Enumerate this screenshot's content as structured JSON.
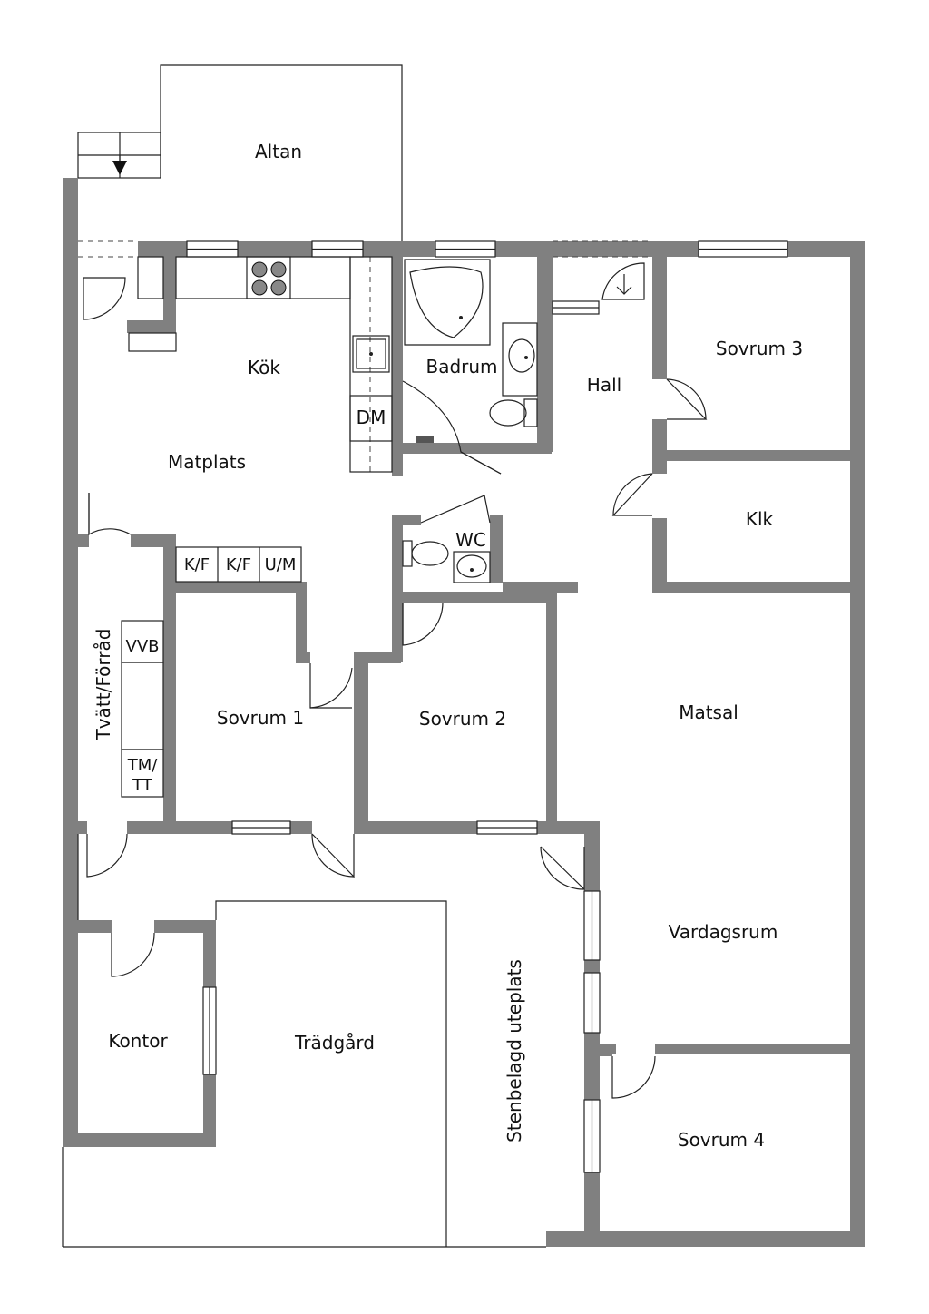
{
  "rooms": {
    "altan": "Altan",
    "kok": "Kök",
    "badrum": "Badrum",
    "hall": "Hall",
    "sovrum3": "Sovrum 3",
    "matplats": "Matplats",
    "dm": "DM",
    "wc": "WC",
    "klk": "Klk",
    "kf1": "K/F",
    "kf2": "K/F",
    "um": "U/M",
    "vvb": "VVB",
    "tvatt": "Tvätt/Förråd",
    "tmtt_1": "TM/",
    "tmtt_2": "TT",
    "sovrum1": "Sovrum 1",
    "sovrum2": "Sovrum 2",
    "matsal": "Matsal",
    "vardagsrum": "Vardagsrum",
    "kontor": "Kontor",
    "tradgard": "Trädgård",
    "uteplats": "Stenbelagd uteplats",
    "sovrum4": "Sovrum 4"
  },
  "colors": {
    "wall": "#808080",
    "stroke": "#222222",
    "text": "#111111"
  }
}
